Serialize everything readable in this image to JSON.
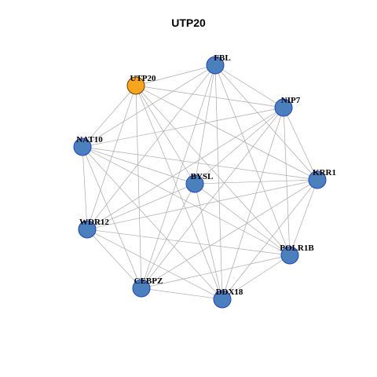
{
  "title": "UTP20",
  "colors": {
    "edge": "#aaaaaa",
    "node_fill": "#4a81bd",
    "node_stroke": "#1f3fcf",
    "highlight_fill": "#f7a51c",
    "highlight_stroke": "#6b3f00",
    "label": "#000000"
  },
  "nodes": [
    {
      "id": "FBL",
      "label": "FBL",
      "highlight": false
    },
    {
      "id": "UTP20",
      "label": "UTP20",
      "highlight": true
    },
    {
      "id": "NIP7",
      "label": "NIP7",
      "highlight": false
    },
    {
      "id": "NAT10",
      "label": "NAT10",
      "highlight": false
    },
    {
      "id": "BYSL",
      "label": "BYSL",
      "highlight": false
    },
    {
      "id": "KRR1",
      "label": "KRR1",
      "highlight": false
    },
    {
      "id": "WDR12",
      "label": "WDR12",
      "highlight": false
    },
    {
      "id": "POLR1B",
      "label": "POLR1B",
      "highlight": false
    },
    {
      "id": "CEBPZ",
      "label": "CEBPZ",
      "highlight": false
    },
    {
      "id": "DDX18",
      "label": "DDX18",
      "highlight": false
    }
  ],
  "edges": [
    [
      "FBL",
      "UTP20"
    ],
    [
      "FBL",
      "NIP7"
    ],
    [
      "FBL",
      "KRR1"
    ],
    [
      "FBL",
      "POLR1B"
    ],
    [
      "FBL",
      "DDX18"
    ],
    [
      "FBL",
      "CEBPZ"
    ],
    [
      "FBL",
      "WDR12"
    ],
    [
      "FBL",
      "NAT10"
    ],
    [
      "FBL",
      "BYSL"
    ],
    [
      "UTP20",
      "NIP7"
    ],
    [
      "UTP20",
      "NAT10"
    ],
    [
      "UTP20",
      "KRR1"
    ],
    [
      "UTP20",
      "POLR1B"
    ],
    [
      "UTP20",
      "DDX18"
    ],
    [
      "UTP20",
      "CEBPZ"
    ],
    [
      "UTP20",
      "WDR12"
    ],
    [
      "UTP20",
      "BYSL"
    ],
    [
      "NIP7",
      "NAT10"
    ],
    [
      "NIP7",
      "KRR1"
    ],
    [
      "NIP7",
      "POLR1B"
    ],
    [
      "NIP7",
      "DDX18"
    ],
    [
      "NIP7",
      "CEBPZ"
    ],
    [
      "NIP7",
      "WDR12"
    ],
    [
      "NIP7",
      "BYSL"
    ],
    [
      "NAT10",
      "KRR1"
    ],
    [
      "NAT10",
      "POLR1B"
    ],
    [
      "NAT10",
      "DDX18"
    ],
    [
      "NAT10",
      "CEBPZ"
    ],
    [
      "NAT10",
      "WDR12"
    ],
    [
      "NAT10",
      "BYSL"
    ],
    [
      "BYSL",
      "KRR1"
    ],
    [
      "BYSL",
      "POLR1B"
    ],
    [
      "BYSL",
      "DDX18"
    ],
    [
      "BYSL",
      "CEBPZ"
    ],
    [
      "BYSL",
      "WDR12"
    ],
    [
      "KRR1",
      "POLR1B"
    ],
    [
      "KRR1",
      "DDX18"
    ],
    [
      "KRR1",
      "CEBPZ"
    ],
    [
      "KRR1",
      "WDR12"
    ],
    [
      "WDR12",
      "POLR1B"
    ],
    [
      "WDR12",
      "DDX18"
    ],
    [
      "WDR12",
      "CEBPZ"
    ],
    [
      "POLR1B",
      "DDX18"
    ],
    [
      "POLR1B",
      "CEBPZ"
    ],
    [
      "CEBPZ",
      "DDX18"
    ]
  ]
}
